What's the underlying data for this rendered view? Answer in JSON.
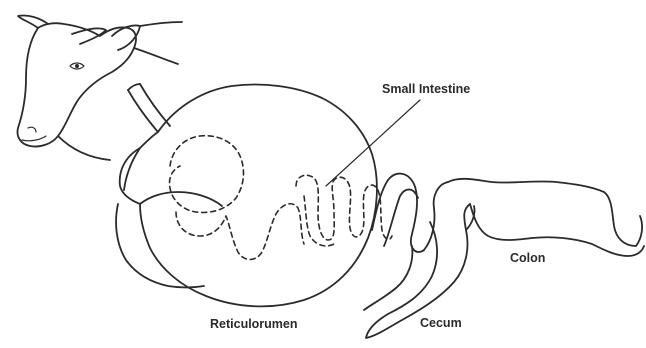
{
  "labels": {
    "small_intestine": "Small Intestine",
    "reticulorumen": "Reticulorumen",
    "cecum": "Cecum",
    "colon": "Colon"
  },
  "colors": {
    "ink": "#2b2b2b",
    "background": "#ffffff"
  }
}
